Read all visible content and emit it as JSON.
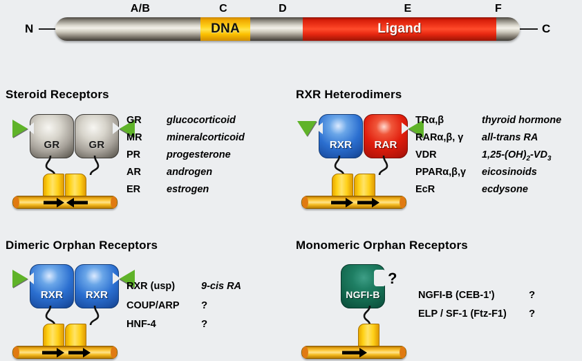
{
  "domain_bar": {
    "n_terminus": "N",
    "c_terminus": "C",
    "region_labels": [
      "A/B",
      "C",
      "D",
      "E",
      "F"
    ],
    "dna_label": "DNA",
    "ligand_label": "Ligand",
    "colors": {
      "dna": "#ffd21e",
      "ligand": "#f43a1e",
      "backbone": "#cdc9bd"
    }
  },
  "sections": {
    "steroid": {
      "title": "Steroid Receptors",
      "monomers": [
        {
          "label": "GR",
          "color": "#a7a29a",
          "style": "gray"
        },
        {
          "label": "GR",
          "color": "#a7a29a",
          "style": "gray"
        }
      ],
      "dna_element": "inverted-repeat",
      "receptors": [
        {
          "name": "GR",
          "ligand": "glucocorticoid"
        },
        {
          "name": "MR",
          "ligand": "mineralcorticoid"
        },
        {
          "name": "PR",
          "ligand": "progesterone"
        },
        {
          "name": "AR",
          "ligand": "androgen"
        },
        {
          "name": "ER",
          "ligand": "estrogen"
        }
      ]
    },
    "heterodimer": {
      "title": "RXR Heterodimers",
      "monomers": [
        {
          "label": "RXR",
          "color": "#2b6fd0",
          "style": "blue"
        },
        {
          "label": "RAR",
          "color": "#e01d0c",
          "style": "red"
        }
      ],
      "dna_element": "direct-repeat",
      "receptors": [
        {
          "name": "TRα,β",
          "ligand": "thyroid hormone"
        },
        {
          "name": "RARα,β, γ",
          "ligand": "all-trans RA"
        },
        {
          "name": "VDR",
          "ligand_html": "1,25-(OH)<sub>2</sub>-VD<sub>3</sub>"
        },
        {
          "name": "PPARα,β,γ",
          "ligand": "eicosinoids"
        },
        {
          "name": "EcR",
          "ligand": "ecdysone"
        }
      ]
    },
    "dimeric_orphan": {
      "title": "Dimeric Orphan Receptors",
      "monomers": [
        {
          "label": "RXR",
          "color": "#2b6fd0",
          "style": "blue"
        },
        {
          "label": "RXR",
          "color": "#2b6fd0",
          "style": "blue"
        }
      ],
      "dna_element": "direct-repeat",
      "receptors": [
        {
          "name": "RXR  (usp)",
          "ligand": "9-cis RA"
        },
        {
          "name": "COUP/ARP",
          "ligand": "?"
        },
        {
          "name": "HNF-4",
          "ligand": "?"
        }
      ]
    },
    "monomeric_orphan": {
      "title": "Monomeric Orphan Receptors",
      "monomers": [
        {
          "label": "NGFI-B",
          "color": "#14694f",
          "style": "teal"
        }
      ],
      "dna_element": "single-site",
      "unknown_ligand_marker": "?",
      "receptors": [
        {
          "name": "NGFI-B  (CEB-1')",
          "ligand": "?"
        },
        {
          "name": "ELP / SF-1  (Ftz-F1)",
          "ligand": "?"
        }
      ]
    }
  },
  "accent_colors": {
    "ligand_triangle": "#5fb329",
    "dbd_yellow": "#ffd217",
    "dna_bar": "#ffd250",
    "background": "#eceef0"
  }
}
